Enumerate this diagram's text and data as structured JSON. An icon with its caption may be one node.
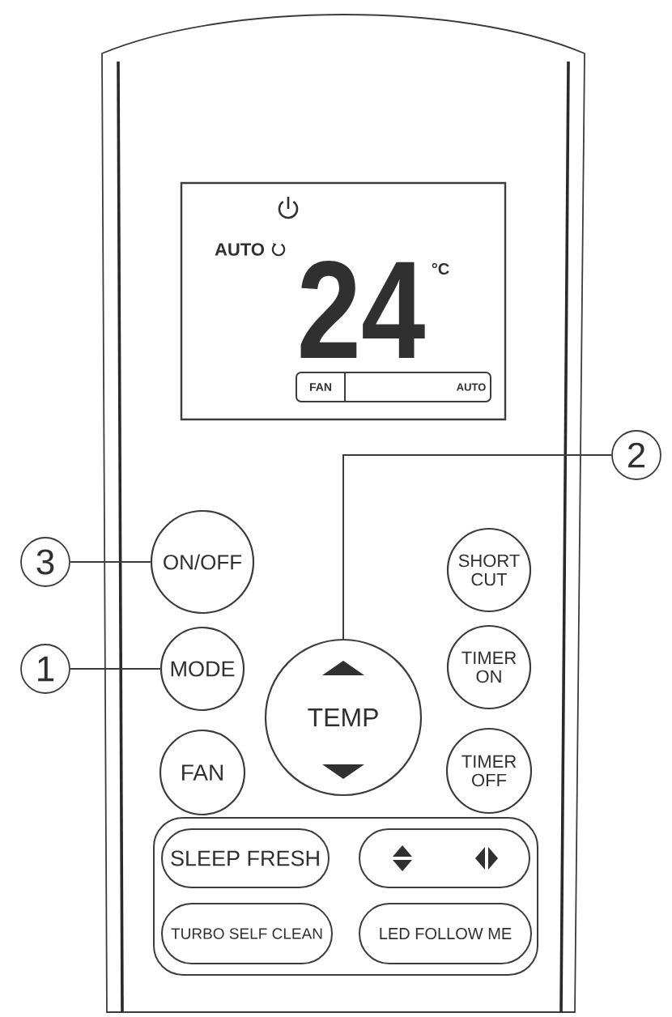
{
  "diagram": {
    "nodes": [
      {
        "text": [
          "AUTO",
          "24",
          "°C"
        ]
      },
      {
        "text": [
          "FAN",
          "AUTO"
        ],
        "in": 0
      },
      {
        "text": [
          "2"
        ]
      },
      {
        "text": [
          "3"
        ]
      },
      {
        "text": [
          "ON/OFF"
        ]
      },
      {
        "text": [
          "SHORT CUT"
        ]
      },
      {
        "text": [
          "1"
        ]
      },
      {
        "text": [
          "MODE"
        ]
      },
      {
        "text": [
          "TEMP"
        ]
      },
      {
        "text": [
          "TIMER ON"
        ]
      },
      {
        "text": [
          "FAN"
        ]
      },
      {
        "text": [
          "TIMER OFF"
        ]
      },
      {
        "text": [],
        "shape": "box"
      },
      {
        "text": [
          "SLEEP FRESH"
        ],
        "in": 12
      },
      {
        "text": [],
        "shape": "box",
        "in": 12
      },
      {
        "text": [
          "TURBO SELF CLEAN"
        ],
        "in": 12
      },
      {
        "text": [
          "LED FOLLOW ME"
        ],
        "in": 12
      }
    ],
    "edges": [
      {
        "from": 2,
        "to": 8,
        "arrow": "none"
      },
      {
        "from": 3,
        "to": 4,
        "arrow": "none"
      },
      {
        "from": 6,
        "to": 7,
        "arrow": "none"
      }
    ]
  }
}
